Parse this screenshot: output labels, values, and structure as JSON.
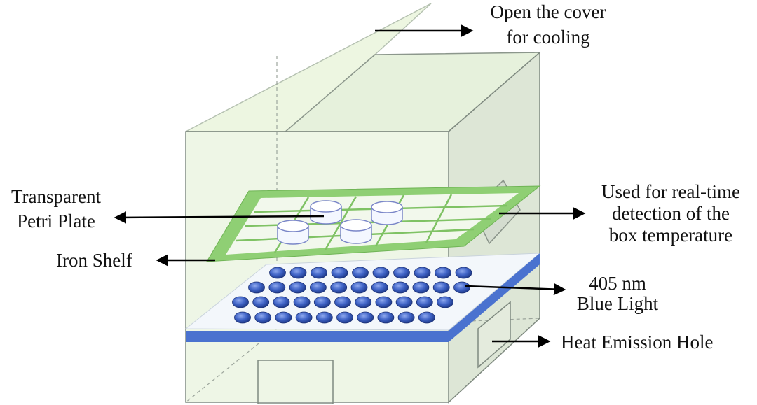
{
  "labels": {
    "cover_line1": "Open the cover",
    "cover_line2": "for cooling",
    "petri_line1": "Transparent",
    "petri_line2": "Petri Plate",
    "shelf": "Iron Shelf",
    "sensor_line1": "Used for real-time",
    "sensor_line2": "detection of the",
    "sensor_line3": "box temperature",
    "light_line1": "405 nm",
    "light_line2": "Blue Light",
    "hole": "Heat Emission Hole"
  },
  "colors": {
    "box_fill": "#edf5e4",
    "box_edge": "#7f8a80",
    "shelf_green": "#8fcf74",
    "led_blue": "#3a5fbf",
    "band_blue": "#4a72cf",
    "petri_edge": "#7a86c8"
  }
}
